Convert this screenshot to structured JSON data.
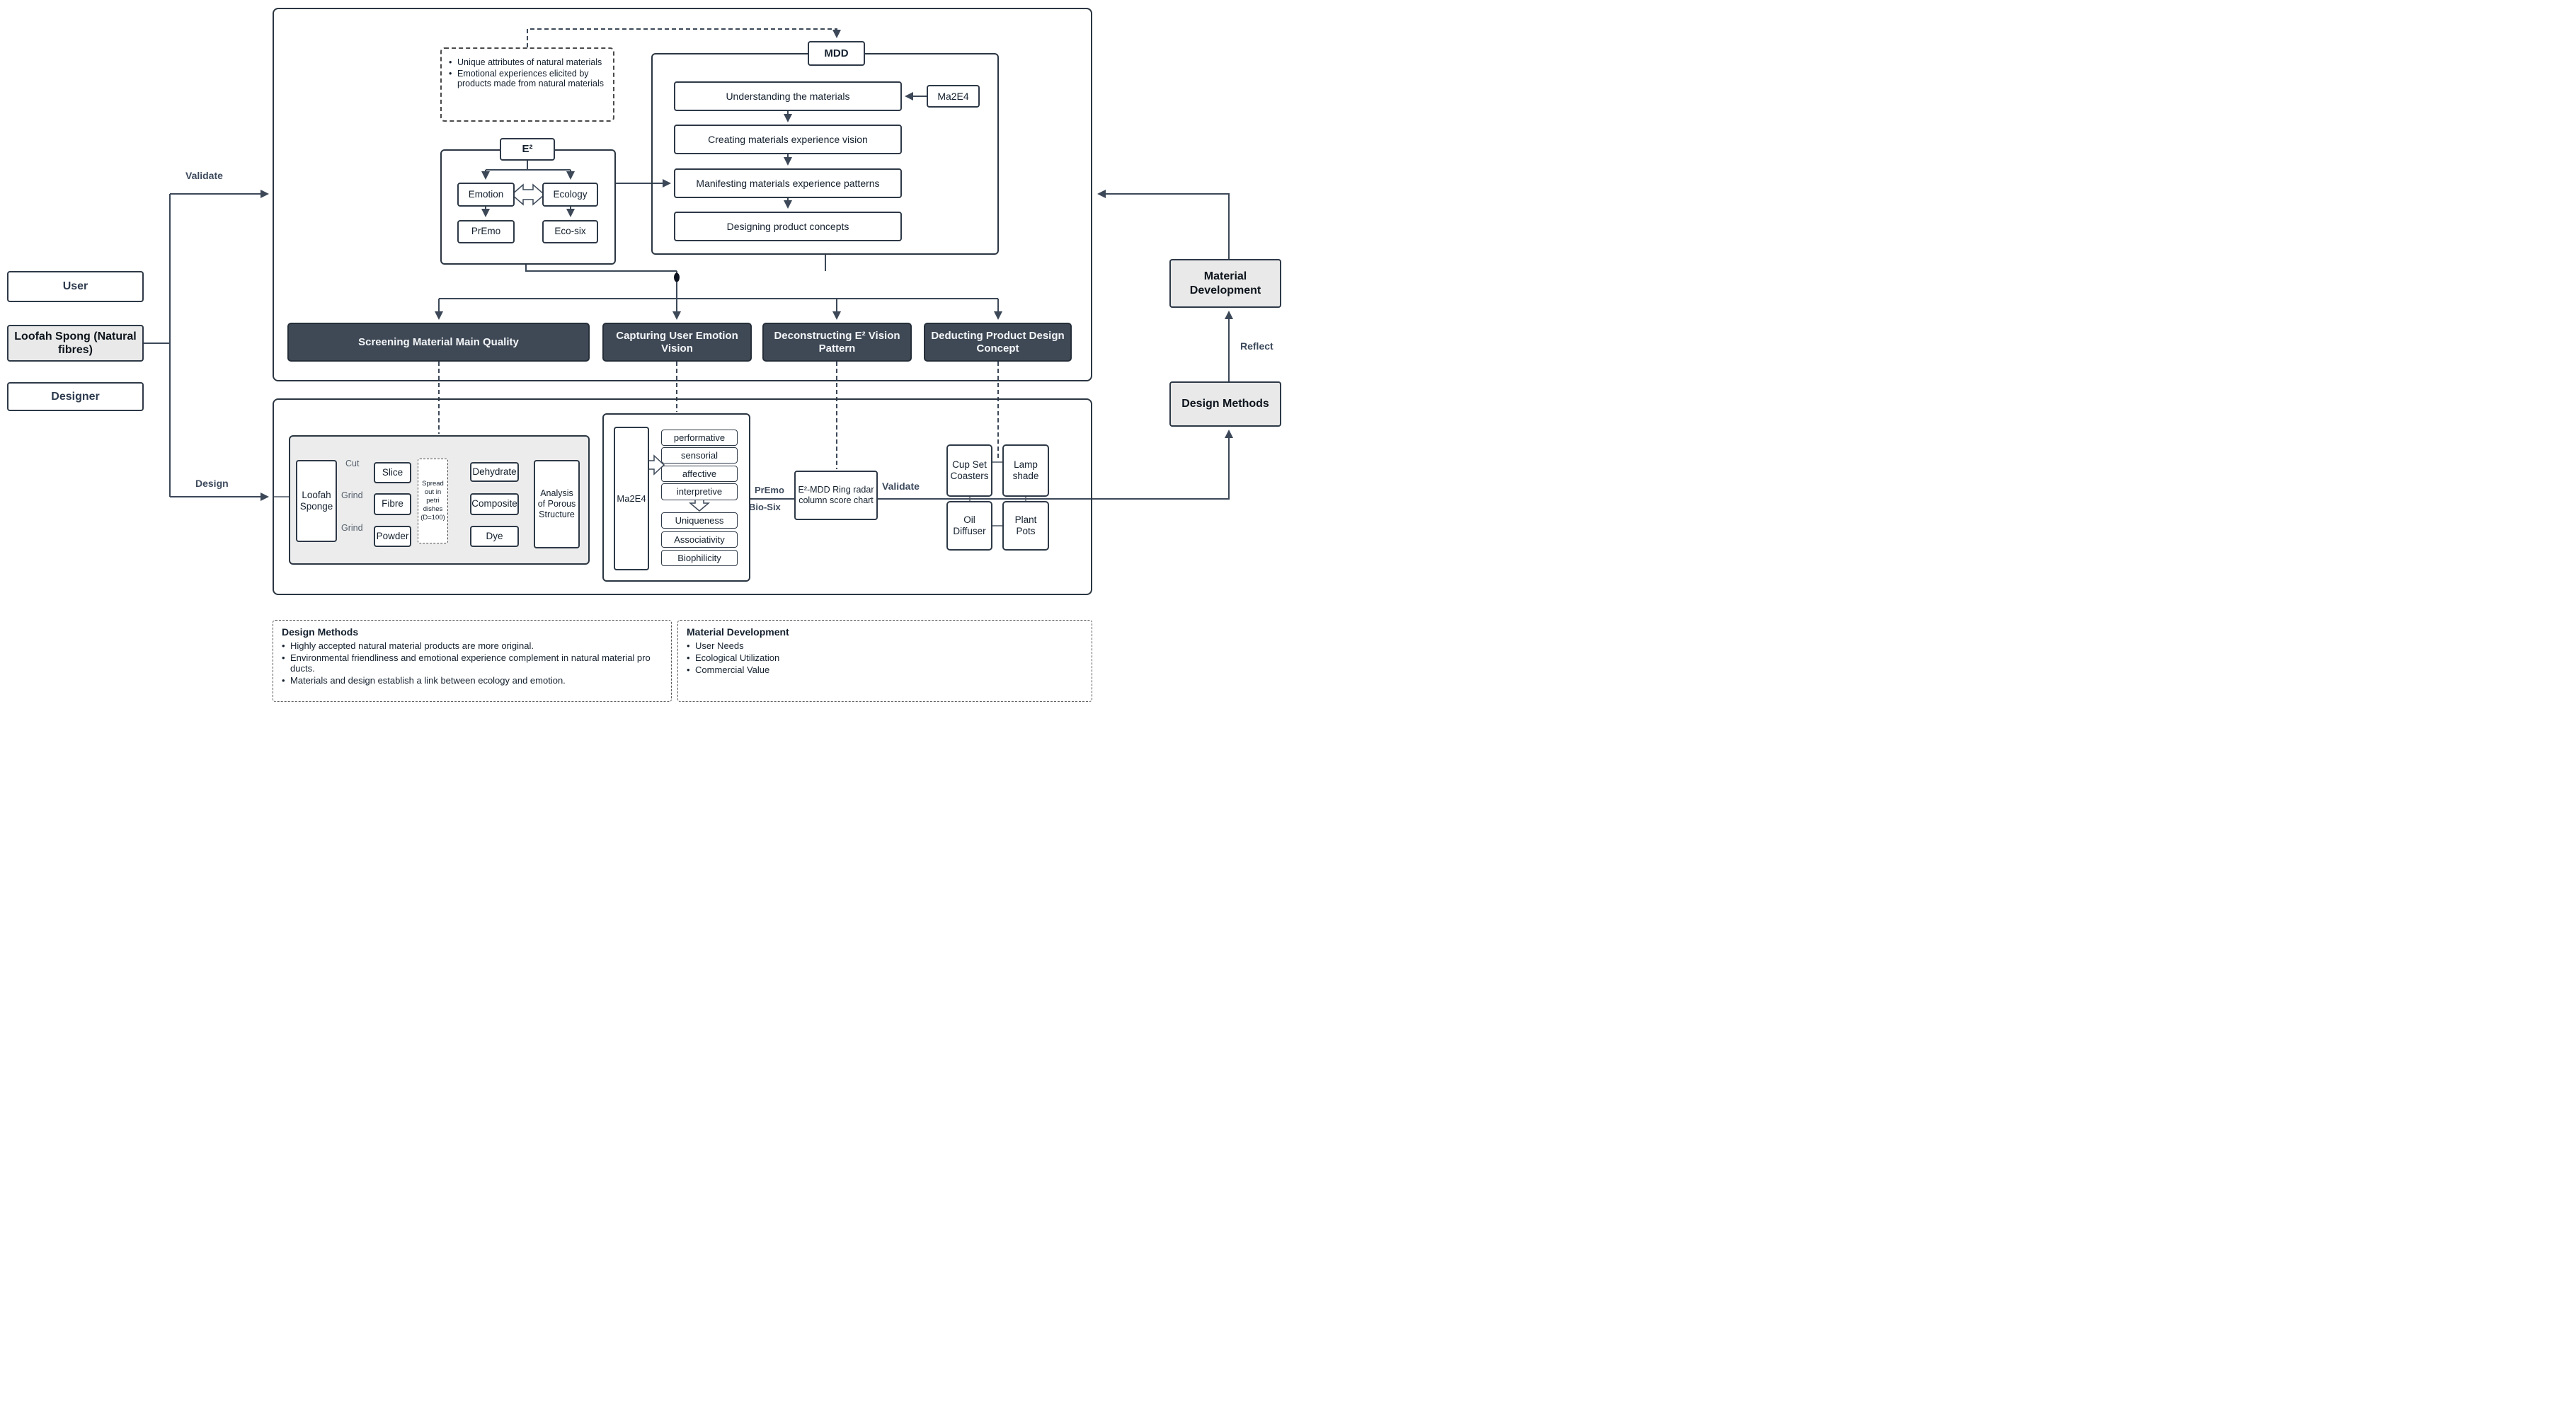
{
  "top_info": {
    "bullets": [
      "Unique attributes of natural materials",
      "Emotional experiences elicited by products made from natural materials"
    ]
  },
  "mdd": {
    "tab": "MDD",
    "ma2e4": "Ma2E4",
    "steps": [
      "Understanding the materials",
      "Creating materials experience vision",
      "Manifesting materials experience patterns",
      "Designing product concepts"
    ]
  },
  "e2": {
    "tab": "E²",
    "emotion": "Emotion",
    "ecology": "Ecology",
    "premo": "PrEmo",
    "ecosix": "Eco-six"
  },
  "actors": {
    "user": "User",
    "material": "Loofah Spong (Natural fibres)",
    "designer": "Designer"
  },
  "labels": {
    "validate_top": "Validate",
    "design": "Design",
    "reflect": "Reflect",
    "validate_bottom": "Validate",
    "cut": "Cut",
    "grind_a": "Grind",
    "grind_b": "Grind",
    "premo": "PrEmo",
    "biosix": "Bio-Six"
  },
  "phases": [
    "Screening Material Main Quality",
    "Capturing User Emotion Vision",
    "Deconstructing E² Vision Pattern",
    "Deducting Product Design Concept"
  ],
  "right_boxes": {
    "material_development": "Material Development",
    "design_methods": "Design Methods"
  },
  "process": {
    "source": "Loofah Sponge",
    "slice": "Slice",
    "fibre": "Fibre",
    "powder": "Powder",
    "petri": "Spread out in petri dishes (D=100)",
    "dehydrate": "Dehydrate",
    "composite": "Composite",
    "dye": "Dye",
    "analysis": "Analysis of Porous Structure"
  },
  "ma2e4_panel": {
    "label": "Ma2E4",
    "upper": [
      "performative",
      "sensorial",
      "affective",
      "interpretive"
    ],
    "lower": [
      "Uniqueness",
      "Associativity",
      "Biophilicity"
    ]
  },
  "chart_box": {
    "text": "E²-MDD Ring radar column score chart"
  },
  "products": {
    "cup": "Cup Set Coasters",
    "lamp": "Lamp shade",
    "oil": "Oil Diffuser",
    "plant": "Plant Pots"
  },
  "notes": {
    "design_methods": {
      "title": "Design Methods",
      "bullets": [
        "Highly accepted natural material products are more original.",
        "Environmental friendliness and emotional experience complement in natural material pro   ducts.",
        "Materials and design establish a link between ecology and emotion."
      ]
    },
    "material_development": {
      "title": "Material Development",
      "bullets": [
        "User Needs",
        "Ecological Utilization",
        "Commercial Value"
      ]
    }
  },
  "colors": {
    "line": "#3c4858",
    "phase_fill": "#3f4956",
    "light_fill": "#e9e9e9",
    "panel_fill": "#ececec"
  }
}
